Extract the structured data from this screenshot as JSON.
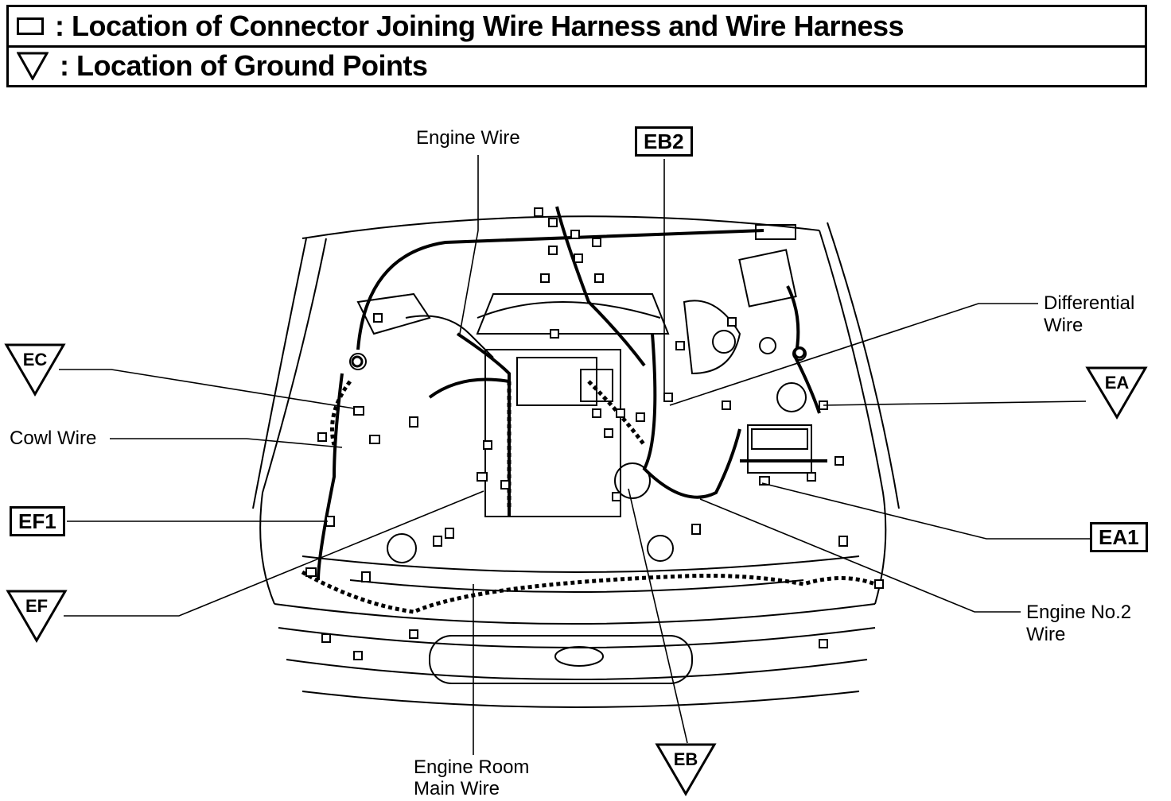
{
  "legend": {
    "connector_text": ": Location of Connector Joining Wire Harness and Wire Harness",
    "ground_text": ": Location of Ground Points"
  },
  "wires": {
    "engine_wire": "Engine Wire",
    "differential_wire_1": "Differential",
    "differential_wire_2": "Wire",
    "cowl_wire": "Cowl Wire",
    "engine_no2_wire_1": "Engine No.2",
    "engine_no2_wire_2": "Wire",
    "engine_room_main_1": "Engine Room",
    "engine_room_main_2": "Main Wire"
  },
  "connectors": {
    "eb2": "EB2",
    "ef1": "EF1",
    "ea1": "EA1"
  },
  "grounds": {
    "ec": "EC",
    "ea": "EA",
    "ef": "EF",
    "eb": "EB"
  }
}
